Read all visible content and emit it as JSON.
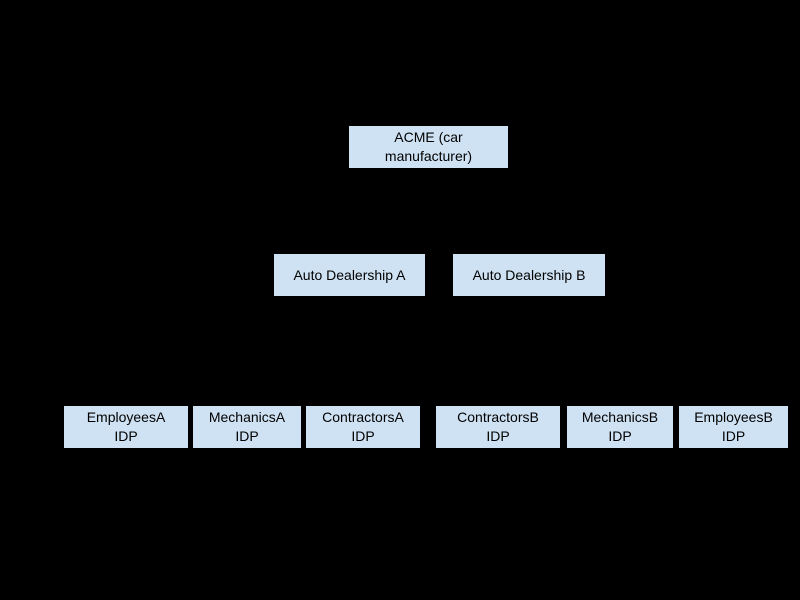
{
  "diagram": {
    "type": "hierarchy",
    "background_color": "#000000",
    "node_fill_color": "#cfe2f3",
    "node_text_color": "#000000",
    "nodes": {
      "acme": {
        "line1": "ACME (car",
        "line2": "manufacturer)"
      },
      "dealership_a": {
        "line1": "Auto Dealership A"
      },
      "dealership_b": {
        "line1": "Auto Dealership B"
      },
      "employees_a": {
        "line1": "EmployeesA",
        "line2": "IDP"
      },
      "mechanics_a": {
        "line1": "MechanicsA",
        "line2": "IDP"
      },
      "contractors_a": {
        "line1": "ContractorsA",
        "line2": "IDP"
      },
      "contractors_b": {
        "line1": "ContractorsB",
        "line2": "IDP"
      },
      "mechanics_b": {
        "line1": "MechanicsB",
        "line2": "IDP"
      },
      "employees_b": {
        "line1": "EmployeesB",
        "line2": "IDP"
      }
    }
  }
}
